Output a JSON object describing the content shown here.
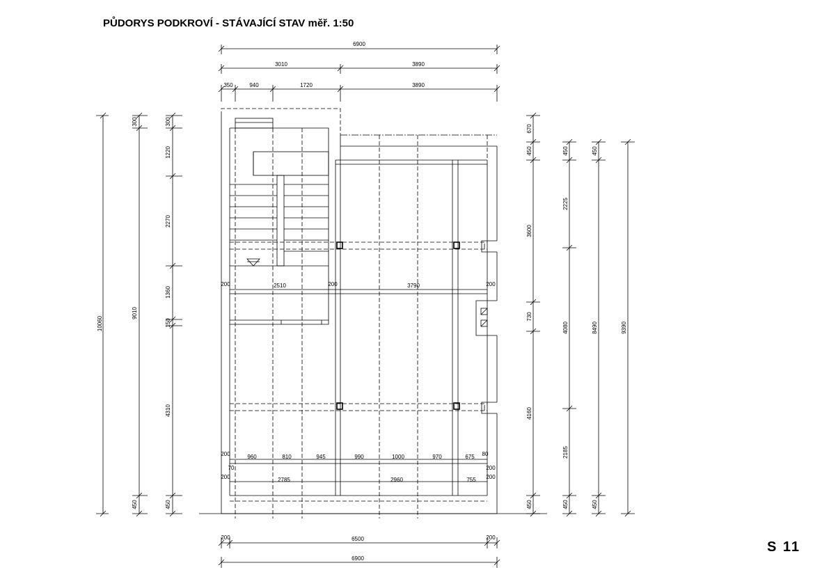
{
  "title": "PŮDORYS PODKROVÍ - STÁVAJÍCÍ STAV  měř. 1:50",
  "sheet_label": "S  11",
  "colors": {
    "ink": "#000000",
    "paper": "#ffffff"
  },
  "dimensions": {
    "top_total": "6900",
    "top_row2": [
      "3010",
      "3890"
    ],
    "top_row3": [
      "350",
      "940",
      "1720",
      "3890"
    ],
    "left_outer": "10060",
    "left_mid": [
      "300",
      "9010",
      "450"
    ],
    "left_inner": [
      "300",
      "1220",
      "2270",
      "1360",
      "150",
      "4310",
      "450"
    ],
    "right_1": [
      "670",
      "450",
      "3600",
      "730",
      "4160",
      "450"
    ],
    "right_2": [
      "450",
      "2225",
      "4080",
      "2185",
      "450"
    ],
    "right_3": [
      "450",
      "8490",
      "450"
    ],
    "right_4": "9390",
    "interior_row1": [
      "200",
      "2510",
      "200",
      "3790",
      "200"
    ],
    "interior_row2": [
      "200",
      "960",
      "810",
      "945",
      "990",
      "1000",
      "970",
      "675",
      "80"
    ],
    "interior_small": [
      "70",
      "200"
    ],
    "interior_row3": [
      "200",
      "2785",
      "2960",
      "755",
      "200"
    ],
    "bottom_row1": [
      "200",
      "6500",
      "200"
    ],
    "bottom_total": "6900"
  }
}
